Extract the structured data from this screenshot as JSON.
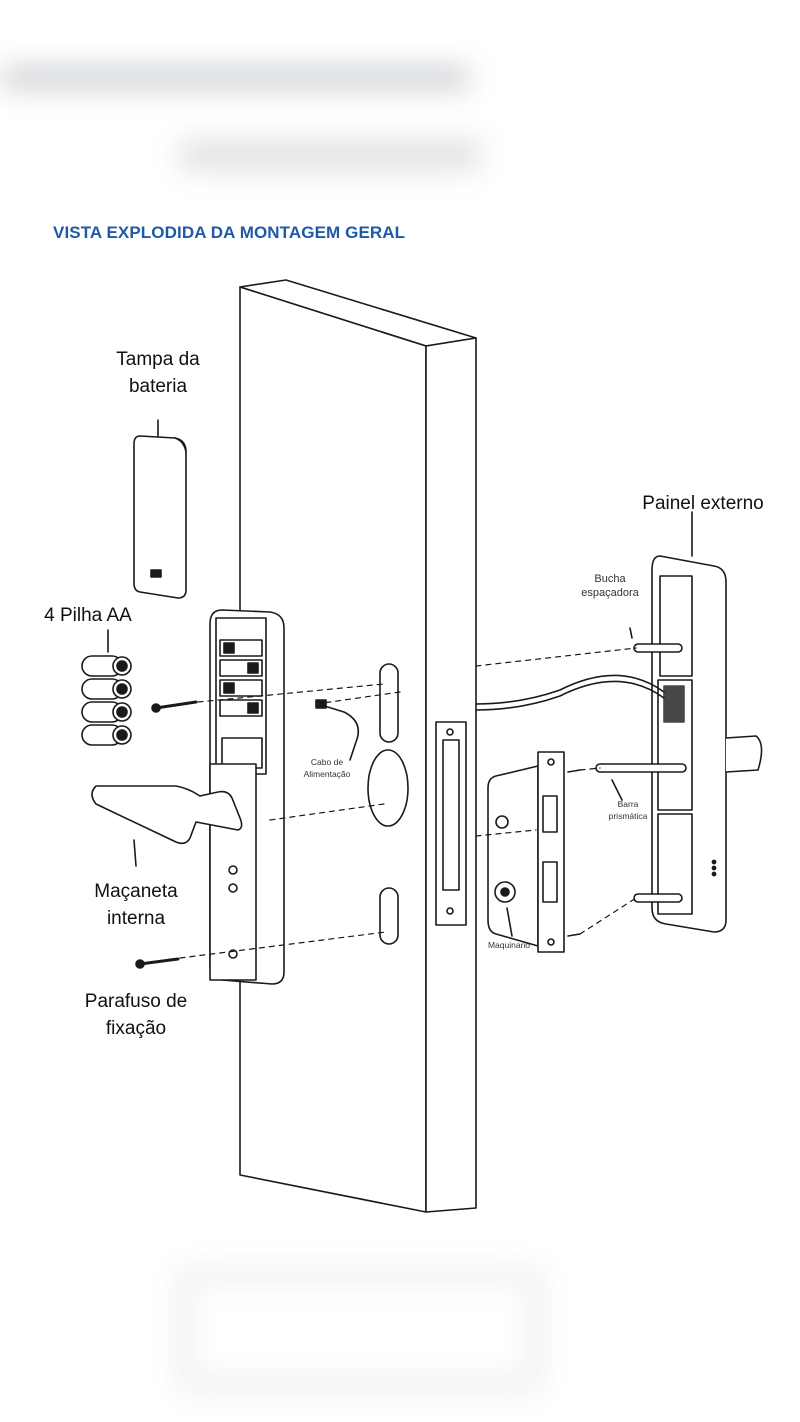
{
  "title": "VISTA EXPLODIDA DA MONTAGEM GERAL",
  "labels": {
    "battery_cover": "Tampa da\nbateria",
    "batteries": "4 Pilha AA",
    "inner_handle": "Maçaneta\ninterna",
    "fixing_screw": "Parafuso de\nfixação",
    "outer_panel": "Painel externo",
    "spacer_bushing": "Bucha\nespaçadora",
    "power_cable": "Cabo de\nAlimentação",
    "prismatic_rod": "Barra\nprismática",
    "lock_mechanism": "Maquinario"
  },
  "colors": {
    "title": "#1e5aa8",
    "line": "#1a1a1a"
  }
}
